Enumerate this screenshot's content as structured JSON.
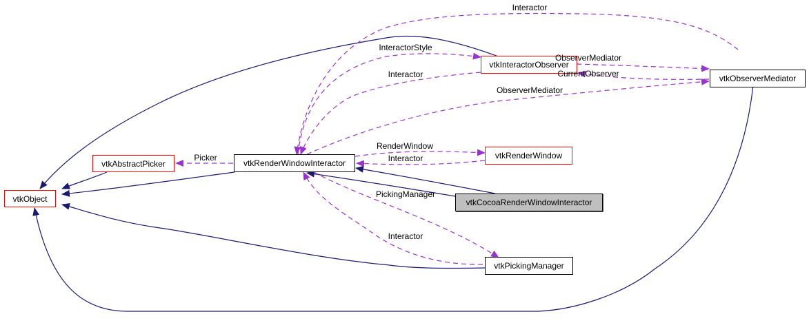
{
  "nodes": {
    "vtkObject": "vtkObject",
    "vtkAbstractPicker": "vtkAbstractPicker",
    "vtkRenderWindowInteractor": "vtkRenderWindowInteractor",
    "vtkInteractorObserver": "vtkInteractorObserver",
    "vtkObserverMediator": "vtkObserverMediator",
    "vtkRenderWindow": "vtkRenderWindow",
    "vtkCocoaRenderWindowInteractor": "vtkCocoaRenderWindowInteractor",
    "vtkPickingManager": "vtkPickingManager"
  },
  "edge_labels": {
    "interactor_top": "Interactor",
    "interactor_style": "InteractorStyle",
    "interactor_io": "Interactor",
    "observer_mediator_io": "ObserverMediator",
    "current_observer": "CurrentObserver",
    "observer_mediator_rwi": "ObserverMediator",
    "picker": "Picker",
    "render_window": "RenderWindow",
    "interactor_rw": "Interactor",
    "picking_manager": "PickingManager",
    "interactor_pm": "Interactor"
  },
  "colors": {
    "inheritance": "#191970",
    "usage": "#9a32cd",
    "highlight_border": "#ff0000",
    "focus_fill": "#bfbfbf"
  }
}
